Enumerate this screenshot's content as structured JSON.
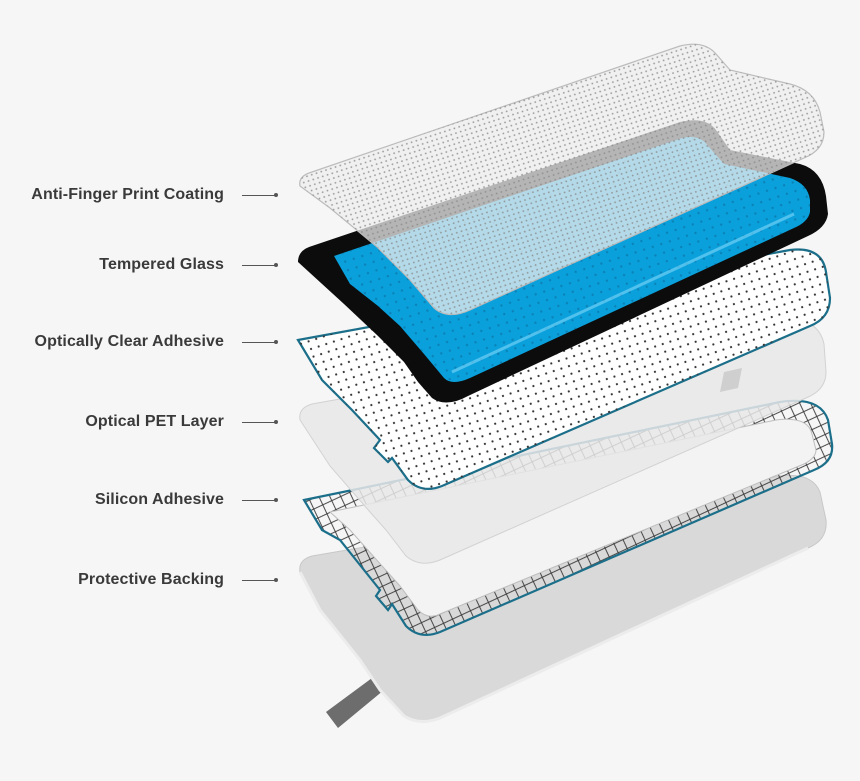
{
  "diagram": {
    "layers": [
      {
        "id": "anti-finger-print-coating",
        "label": "Anti-Finger Print Coating"
      },
      {
        "id": "tempered-glass",
        "label": "Tempered Glass"
      },
      {
        "id": "optically-clear-adhesive",
        "label": "Optically Clear Adhesive"
      },
      {
        "id": "optical-pet-layer",
        "label": "Optical PET Layer"
      },
      {
        "id": "silicon-adhesive",
        "label": "Silicon Adhesive"
      },
      {
        "id": "protective-backing",
        "label": "Protective Backing"
      }
    ],
    "colors": {
      "background": "#f6f6f6",
      "glass_blue": "#0aa0dc",
      "glass_edge": "#111111",
      "adhesive_edge": "#1c6f8a",
      "label_text": "#3a3a3a",
      "sheet_grey": "#dcdcdc"
    }
  }
}
